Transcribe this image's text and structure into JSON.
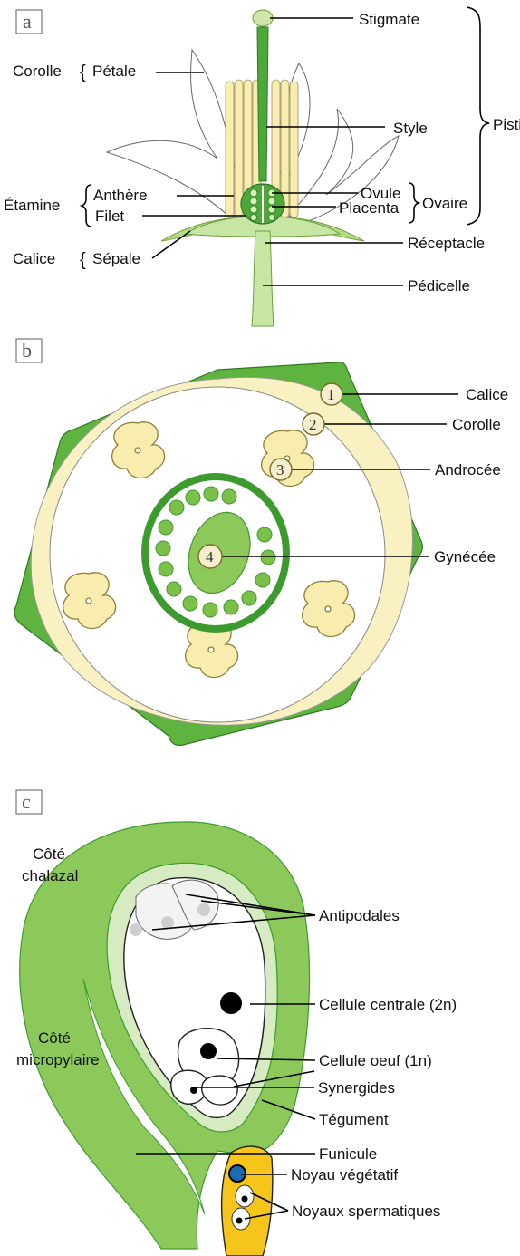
{
  "panel_a": {
    "letter": "a",
    "labels": {
      "stigmate": "Stigmate",
      "corolle": "Corolle",
      "petale": "Pétale",
      "style": "Style",
      "pistil": "Pistil",
      "etamine": "Étamine",
      "anthere": "Anthère",
      "ovule": "Ovule",
      "ovaire": "Ovaire",
      "filet": "Filet",
      "placenta": "Placenta",
      "calice": "Calice",
      "sepale": "Sépale",
      "receptacle": "Réceptacle",
      "pedicelle": "Pédicelle"
    }
  },
  "panel_b": {
    "letter": "b",
    "callouts": [
      {
        "num": "1",
        "label": "Calice"
      },
      {
        "num": "2",
        "label": "Corolle"
      },
      {
        "num": "3",
        "label": "Androcée"
      },
      {
        "num": "4",
        "label": "Gynécée"
      }
    ]
  },
  "panel_c": {
    "letter": "c",
    "labels": {
      "cote_chalazal_1": "Côté",
      "cote_chalazal_2": "chalazal",
      "cote_micropylaire_1": "Côté",
      "cote_micropylaire_2": "micropylaire",
      "antipodales": "Antipodales",
      "cellule_centrale": "Cellule centrale (2n)",
      "cellule_oeuf": "Cellule oeuf (1n)",
      "synergides": "Synergides",
      "tegument": "Tégument",
      "funicule": "Funicule",
      "noyau_vegetatif": "Noyau végétatif",
      "noyaux_spermatiques": "Noyaux spermatiques"
    }
  },
  "colors": {
    "green_dark": "#3c9a2e",
    "green_mid": "#7cc04a",
    "green_light": "#a9d77c",
    "green_pale": "#c9e6a9",
    "cream": "#fbf2b8",
    "cream_light": "#fdf9e0",
    "yellow": "#f6c51b",
    "blue": "#1a6db4"
  }
}
